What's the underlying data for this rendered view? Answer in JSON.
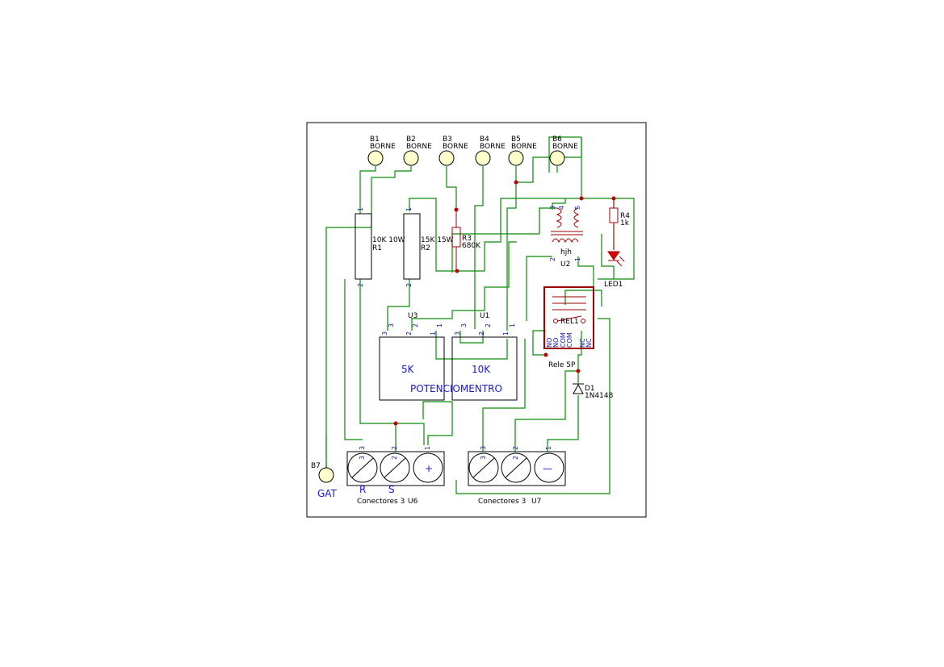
{
  "borne": [
    {
      "ref": "B1",
      "value": "BORNE"
    },
    {
      "ref": "B2",
      "value": "BORNE"
    },
    {
      "ref": "B3",
      "value": "BORNE"
    },
    {
      "ref": "B4",
      "value": "BORNE"
    },
    {
      "ref": "B5",
      "value": "BORNE"
    },
    {
      "ref": "B6",
      "value": "BORNE"
    }
  ],
  "b7": {
    "ref": "B7",
    "label": "GAT"
  },
  "r1": {
    "value": "10K 10W",
    "ref": "R1"
  },
  "r2": {
    "value": "15K 15W",
    "ref": "R2"
  },
  "r3": {
    "ref": "R3",
    "value": "680K"
  },
  "r4": {
    "ref": "R4",
    "value": "1k"
  },
  "led": {
    "ref": "LED1"
  },
  "u2": {
    "value": "hjh",
    "ref": "U2"
  },
  "relay": {
    "ref": "REL1",
    "value": "Rele 5P",
    "pins": [
      "NO",
      "NO",
      "COM",
      "COM",
      "NC",
      "NC"
    ]
  },
  "diode": {
    "ref": "D1",
    "value": "1N4148"
  },
  "pots": {
    "u3": "U3",
    "u1": "U1",
    "u3_value": "5K",
    "u1_value": "10K",
    "label": "POTENCIOMENTRO"
  },
  "conn_u6": {
    "value": "Conectores 3",
    "ref": "U6",
    "r_label": "R",
    "s_label": "S",
    "plus": "+"
  },
  "conn_u7": {
    "value": "Conectores 3",
    "ref": "U7",
    "minus": "—"
  },
  "pin_numbers": {
    "one": "1",
    "two": "2",
    "three": "3",
    "four": "4",
    "five": "5"
  }
}
